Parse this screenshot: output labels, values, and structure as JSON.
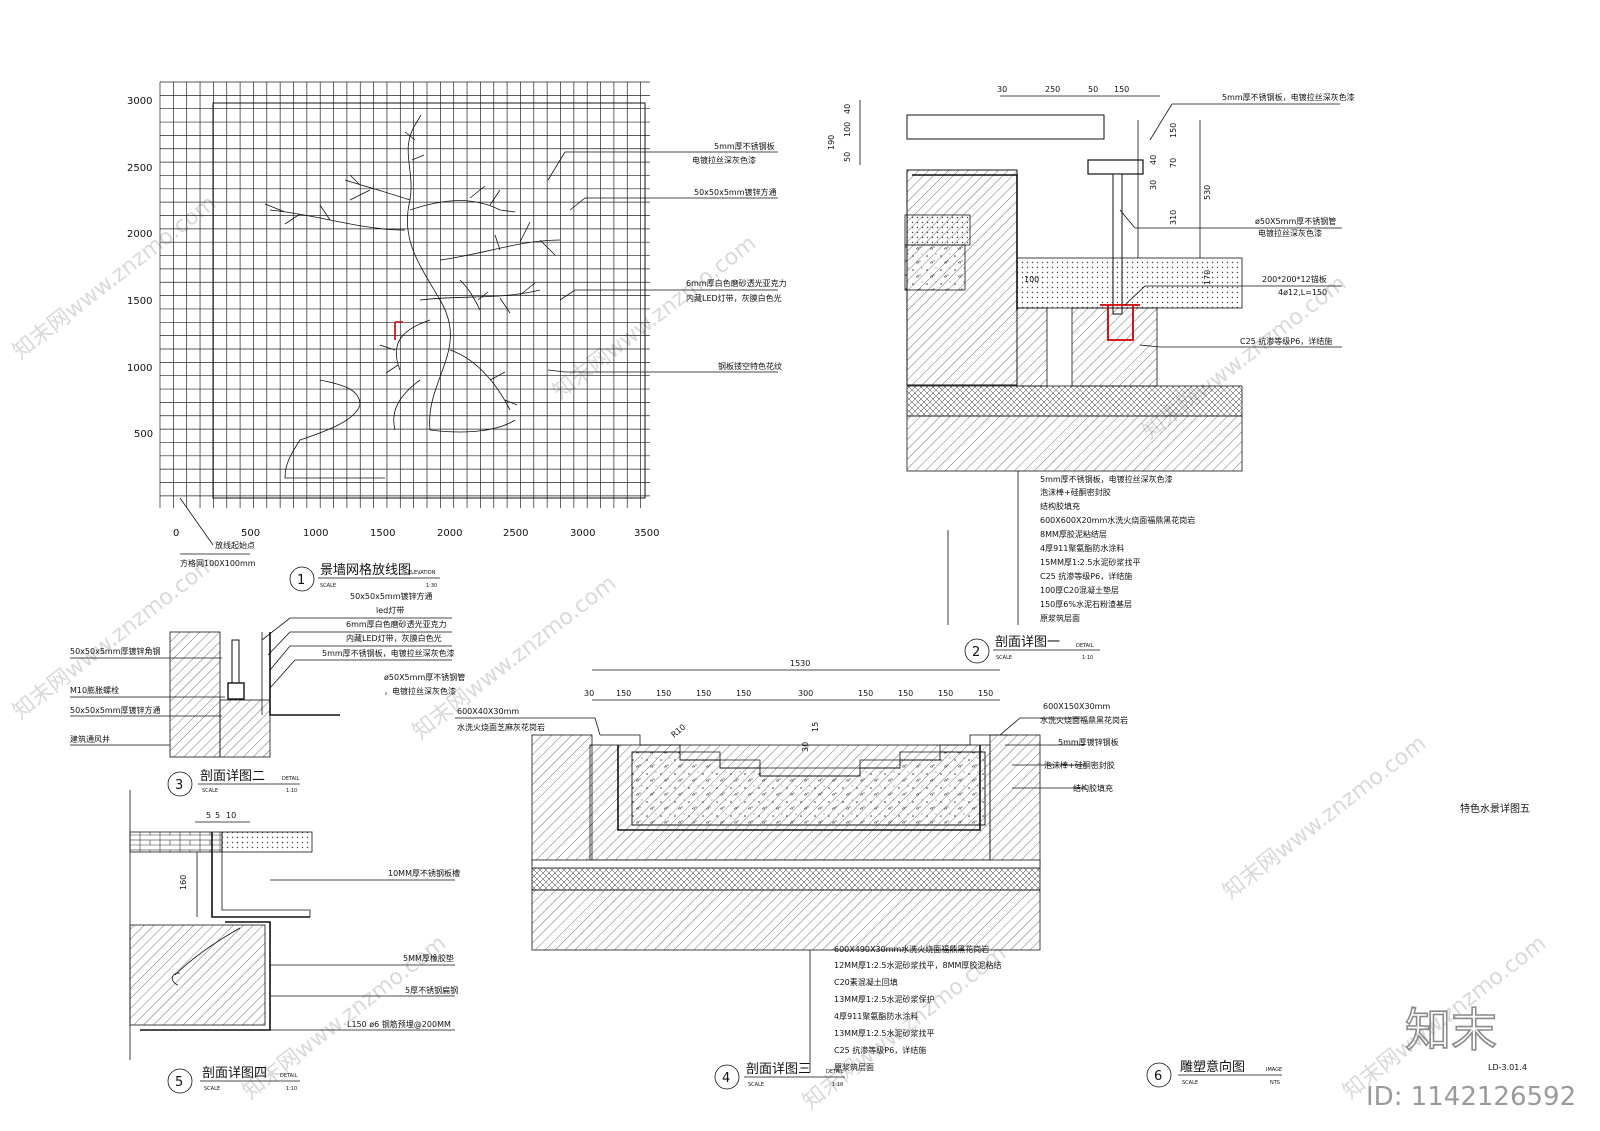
{
  "sheet": {
    "sheet_title": "特色水景详图五",
    "sheet_code": "LD-3.01.4",
    "brand_logo": "知末",
    "id_stamp": "ID: 1142126592",
    "watermark": "知末网www.znzmo.com"
  },
  "grid_elevation": {
    "number": "1",
    "title": "景墙网格放线图",
    "tag": "ELEVATION",
    "scale_word": "SCALE",
    "scale": "1:30",
    "y_ticks": [
      "3000",
      "2500",
      "2000",
      "1500",
      "1000",
      "500"
    ],
    "x_ticks": [
      "0",
      "500",
      "1000",
      "1500",
      "2000",
      "2500",
      "3000",
      "3500"
    ],
    "origin_note": "放线起始点",
    "grid_note": "方格网100X100mm",
    "callouts": [
      "5mm厚不锈钢板",
      "电镀拉丝深灰色漆",
      "50x50x5mm镀锌方通",
      "6mm厚白色磨砂透光亚克力",
      "内藏LED灯带，灰膜白色光",
      "钢板镂空特色花纹"
    ]
  },
  "section_1": {
    "number": "2",
    "title": "剖面详图一",
    "tag": "DETAIL",
    "scale_word": "SCALE",
    "scale": "1:10",
    "top_dims": [
      "30",
      "250",
      "50",
      "150"
    ],
    "left_dims": [
      "40",
      "100",
      "190",
      "50"
    ],
    "right_dims": [
      "150",
      "40",
      "30",
      "70",
      "530",
      "310",
      "170"
    ],
    "inner_dim": "100",
    "right_callouts": [
      "5mm厚不锈钢板，电镀拉丝深灰色漆",
      "ø50X5mm厚不锈钢管",
      "电镀拉丝深灰色漆",
      "200*200*12锚板",
      "4ø12,L=150",
      "C25 抗渗等级P6，详结施"
    ],
    "layers": [
      "5mm厚不锈钢板，电镀拉丝深灰色漆",
      "泡沫棒+硅酮密封胶",
      "结构胶填充",
      "600X600X20mm水洗火烧面福鼎黑花岗岩",
      "8MM厚胶泥粘结层",
      "4厚911聚氨酯防水涂料",
      "15MM厚1:2.5水泥砂浆找平",
      "C25 抗渗等级P6，详结施",
      "100厚C20混凝土垫层",
      "150厚6%水泥石粉渣基层",
      "原浆筑层面"
    ]
  },
  "section_2": {
    "number": "3",
    "title": "剖面详图二",
    "tag": "DETAIL",
    "scale_word": "SCALE",
    "scale": "1:10",
    "left_callouts": [
      "50x50x5mm厚镀锌角钢",
      "M10膨胀螺栓",
      "50x50x5mm厚镀锌方通",
      "建筑通风井"
    ],
    "right_callouts": [
      "50x50x5mm镀锌方通",
      "led灯带",
      "6mm厚白色磨砂透光亚克力",
      "内藏LED灯带，灰膜白色光",
      "5mm厚不锈钢板，电镀拉丝深灰色漆",
      "ø50X5mm厚不锈钢管",
      "，电镀拉丝深灰色漆"
    ]
  },
  "section_3": {
    "number": "4",
    "title": "剖面详图三",
    "tag": "DETAIL",
    "scale_word": "SCALE",
    "scale": "1:10",
    "overall_dim": "1530",
    "dims": [
      "30",
      "150",
      "150",
      "150",
      "150",
      "300",
      "150",
      "150",
      "150",
      "150"
    ],
    "radius_note": "R10",
    "step_dims": [
      "15",
      "30"
    ],
    "left_callouts": [
      "600X40X30mm",
      "水洗火烧面芝麻灰花岗岩"
    ],
    "right_callouts": [
      "600X150X30mm",
      "水洗火烧面福鼎黑花岗岩",
      "5mm厚镀锌钢板",
      "泡沫棒+硅酮密封胶",
      "结构胶填充"
    ],
    "layers": [
      "600X490X30mm水洗火烧面福鼎黑花岗岩",
      "12MM厚1:2.5水泥砂浆找平，8MM厚胶泥粘结",
      "C20素混凝土回填",
      "13MM厚1:2.5水泥砂浆保护",
      "4厚911聚氨酯防水涂料",
      "13MM厚1:2.5水泥砂浆找平",
      "C25 抗渗等级P6，详结施",
      "原浆筑层面"
    ]
  },
  "section_4": {
    "number": "5",
    "title": "剖面详图四",
    "tag": "DETAIL",
    "scale_word": "SCALE",
    "scale": "1:10",
    "top_dims": [
      "5",
      "5",
      "10"
    ],
    "height_dim": "160",
    "callouts": [
      "10MM厚不锈钢板槽",
      "5MM厚橡胶垫",
      "5厚不锈钢扁钢",
      "L150 ø6 钢筋预埋@200MM"
    ]
  },
  "image_ref": {
    "number": "6",
    "title": "雕塑意向图",
    "tag": "IMAGE",
    "scale_word": "SCALE",
    "scale": "NTS"
  }
}
